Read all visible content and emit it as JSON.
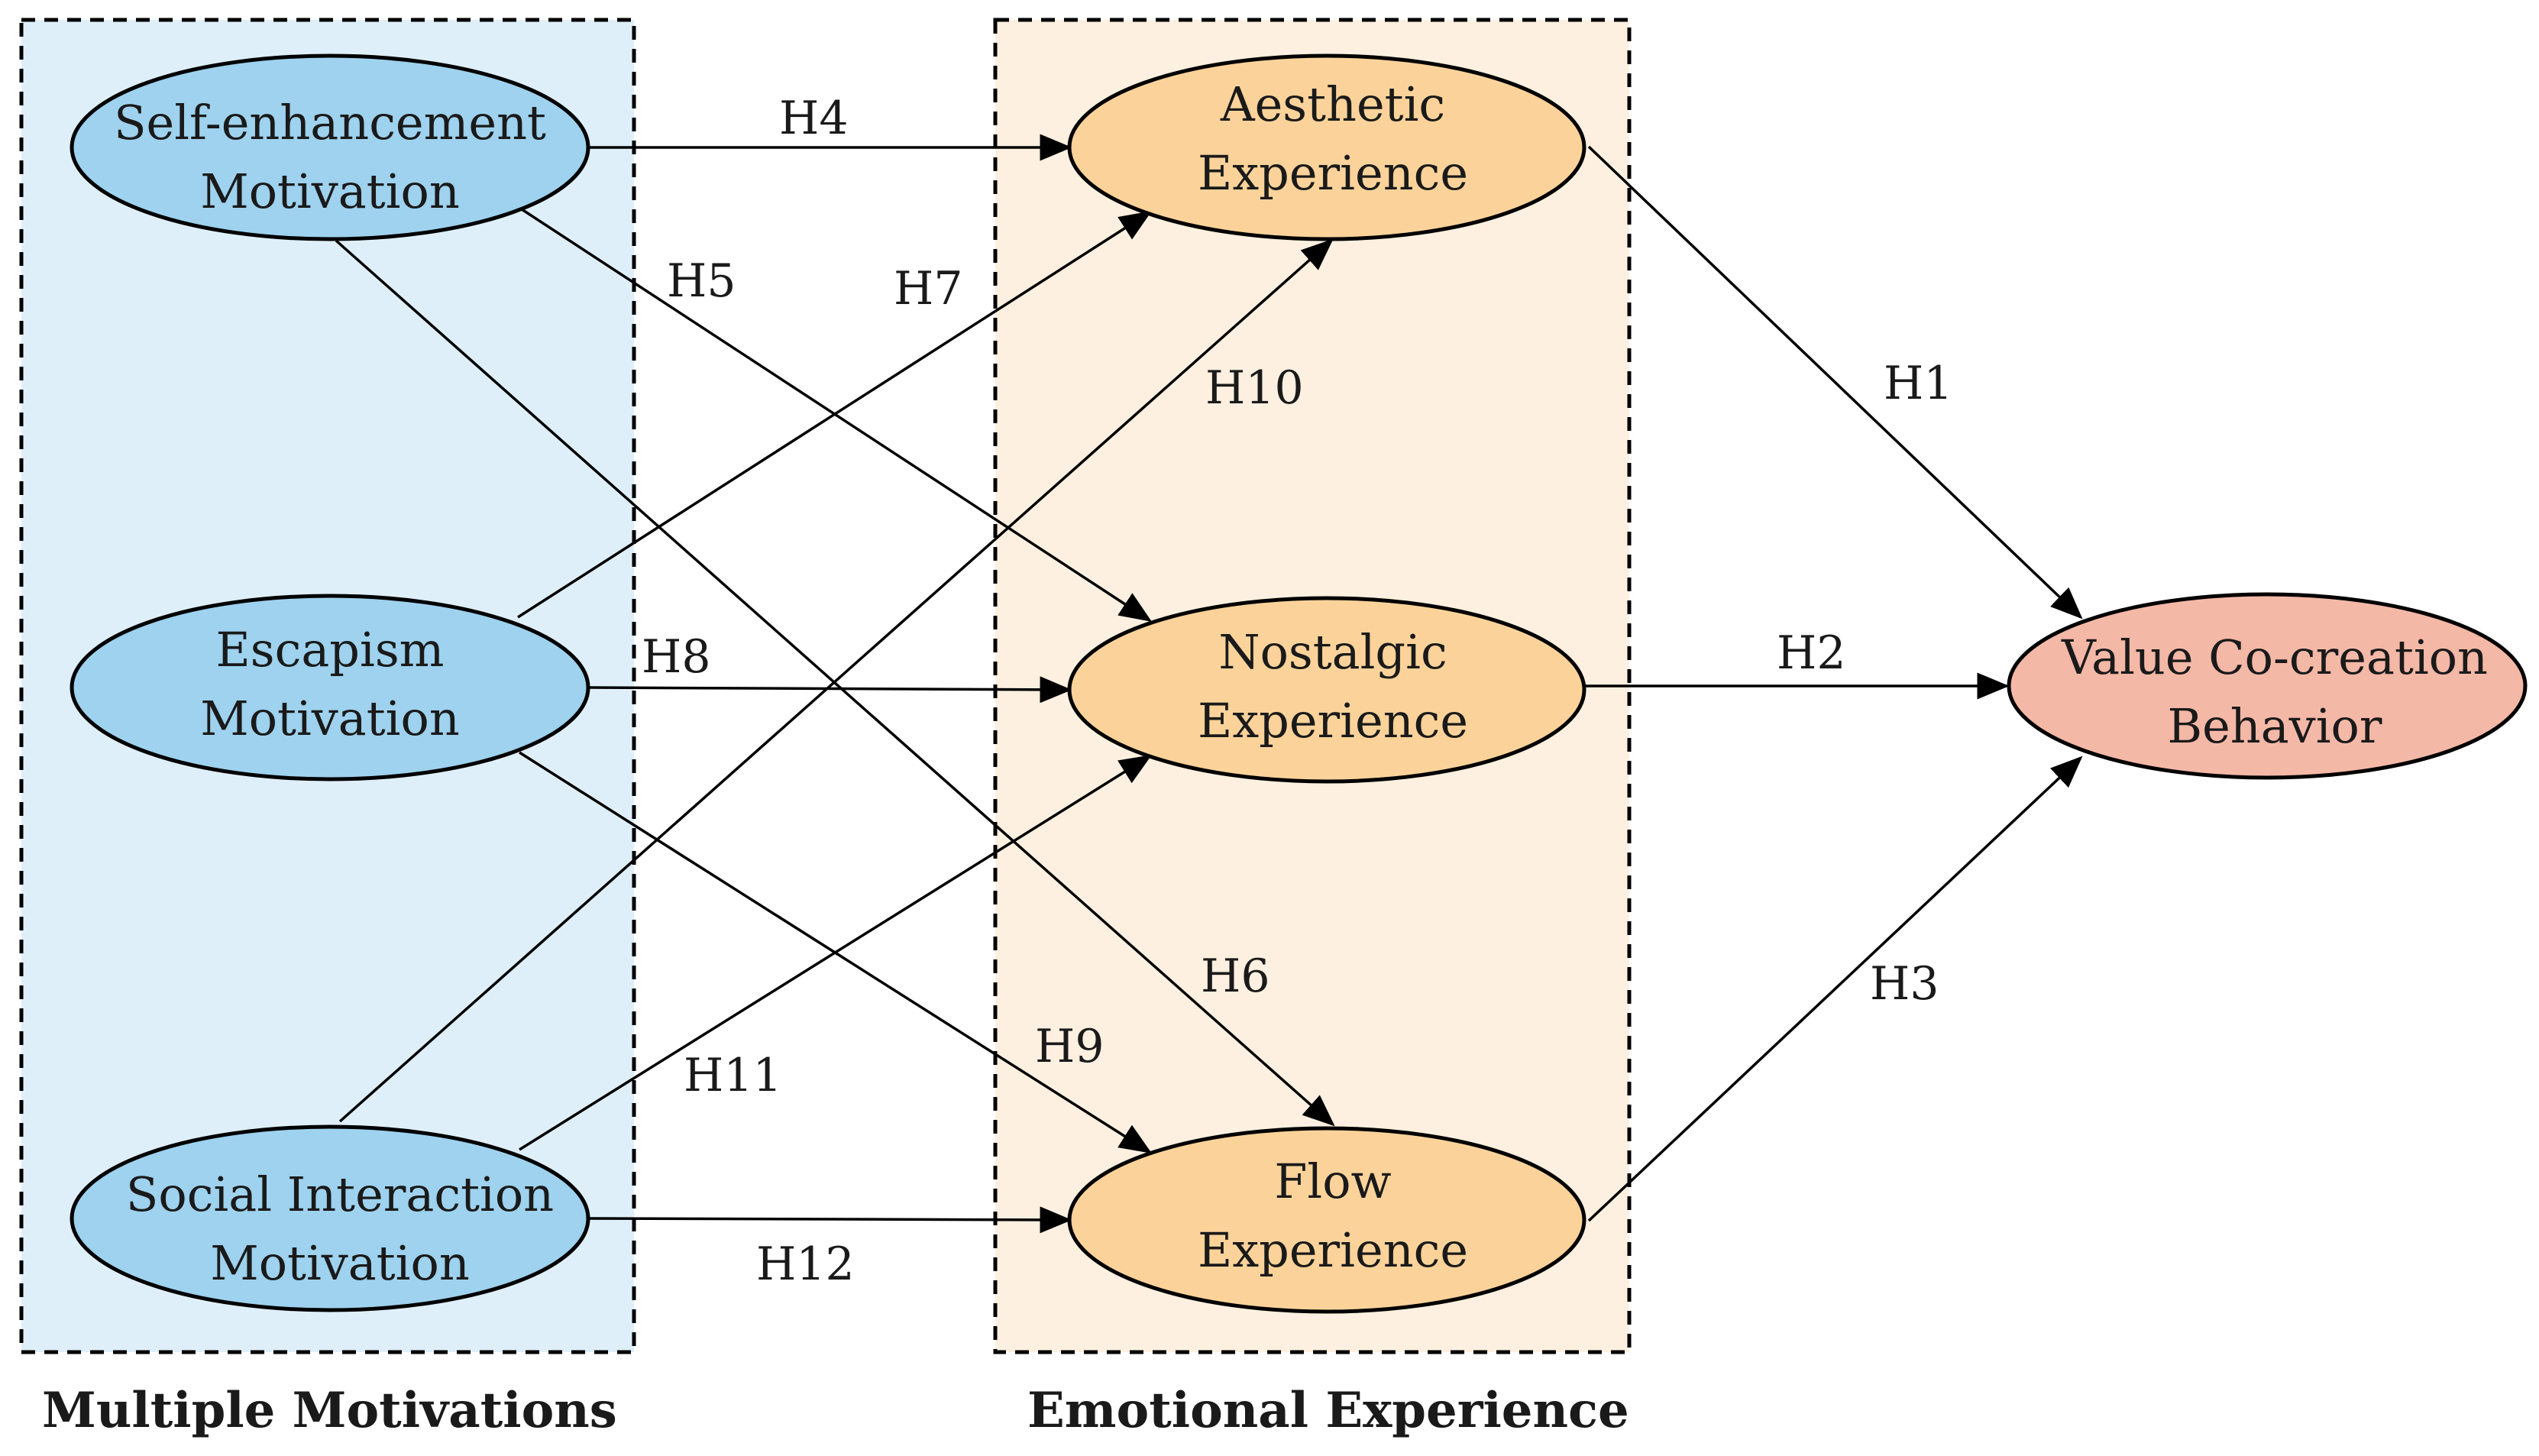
{
  "colors": {
    "motivation_fill": "#9ed2ee",
    "motivation_group_fill": "#dfeff9",
    "experience_fill": "#fbd39a",
    "experience_group_fill": "#fdf0e0",
    "outcome_fill": "#f4b8a7",
    "stroke": "#000000"
  },
  "groups": {
    "motivations": {
      "label": "Multiple Motivations"
    },
    "experience": {
      "label": "Emotional Experience"
    }
  },
  "nodes": {
    "self_enhancement": {
      "line1": "Self-enhancement",
      "line2": "Motivation"
    },
    "escapism": {
      "line1": "Escapism",
      "line2": "Motivation"
    },
    "social_interaction": {
      "line1": "Social Interaction",
      "line2": "Motivation"
    },
    "aesthetic": {
      "line1": "Aesthetic",
      "line2": "Experience"
    },
    "nostalgic": {
      "line1": "Nostalgic",
      "line2": "Experience"
    },
    "flow": {
      "line1": "Flow",
      "line2": "Experience"
    },
    "value_cocreation": {
      "line1": "Value Co-creation",
      "line2": "Behavior"
    }
  },
  "edges": {
    "h1": {
      "label": "H1",
      "from": "Aesthetic Experience",
      "to": "Value Co-creation Behavior"
    },
    "h2": {
      "label": "H2",
      "from": "Nostalgic Experience",
      "to": "Value Co-creation Behavior"
    },
    "h3": {
      "label": "H3",
      "from": "Flow Experience",
      "to": "Value Co-creation Behavior"
    },
    "h4": {
      "label": "H4",
      "from": "Self-enhancement Motivation",
      "to": "Aesthetic Experience"
    },
    "h5": {
      "label": "H5",
      "from": "Self-enhancement Motivation",
      "to": "Nostalgic Experience"
    },
    "h6": {
      "label": "H6",
      "from": "Self-enhancement Motivation",
      "to": "Flow Experience"
    },
    "h7": {
      "label": "H7",
      "from": "Escapism Motivation",
      "to": "Aesthetic Experience"
    },
    "h8": {
      "label": "H8",
      "from": "Escapism Motivation",
      "to": "Nostalgic Experience"
    },
    "h9": {
      "label": "H9",
      "from": "Escapism Motivation",
      "to": "Flow Experience"
    },
    "h10": {
      "label": "H10",
      "from": "Social Interaction Motivation",
      "to": "Aesthetic Experience"
    },
    "h11": {
      "label": "H11",
      "from": "Social Interaction Motivation",
      "to": "Nostalgic Experience"
    },
    "h12": {
      "label": "H12",
      "from": "Social Interaction Motivation",
      "to": "Flow Experience"
    }
  }
}
